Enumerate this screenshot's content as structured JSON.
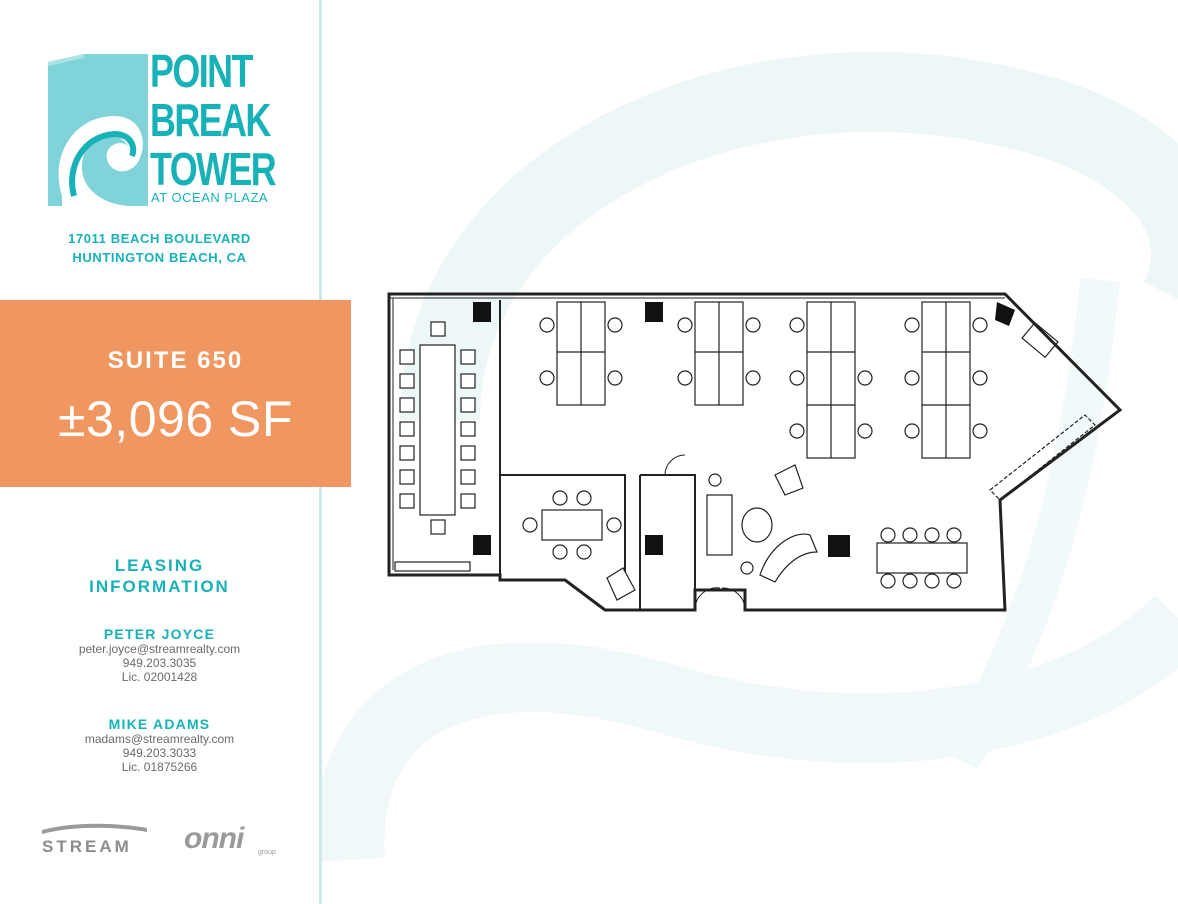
{
  "logo": {
    "word1": "POINT",
    "word2": "BREAK",
    "word3": "TOWER",
    "sub": "AT OCEAN PLAZA"
  },
  "address": {
    "line1": "17011 BEACH BOULEVARD",
    "line2": "HUNTINGTON BEACH, CA"
  },
  "suite": {
    "label": "SUITE 650",
    "area": "±3,096 SF"
  },
  "leasing": {
    "line1": "LEASING",
    "line2": "INFORMATION"
  },
  "contacts": [
    {
      "name": "PETER JOYCE",
      "email": "peter.joyce@streamrealty.com",
      "phone": "949.203.3035",
      "license": "Lic. 02001428"
    },
    {
      "name": "MIKE ADAMS",
      "email": "madams@streamrealty.com",
      "phone": "949.203.3033",
      "license": "Lic. 01875266"
    }
  ],
  "brands": {
    "stream": "STREAM",
    "onni": "onni",
    "onni_sub": "group"
  },
  "colors": {
    "teal": "#17b2b8",
    "orange": "#f09660",
    "watermark": "#eef7f8"
  }
}
